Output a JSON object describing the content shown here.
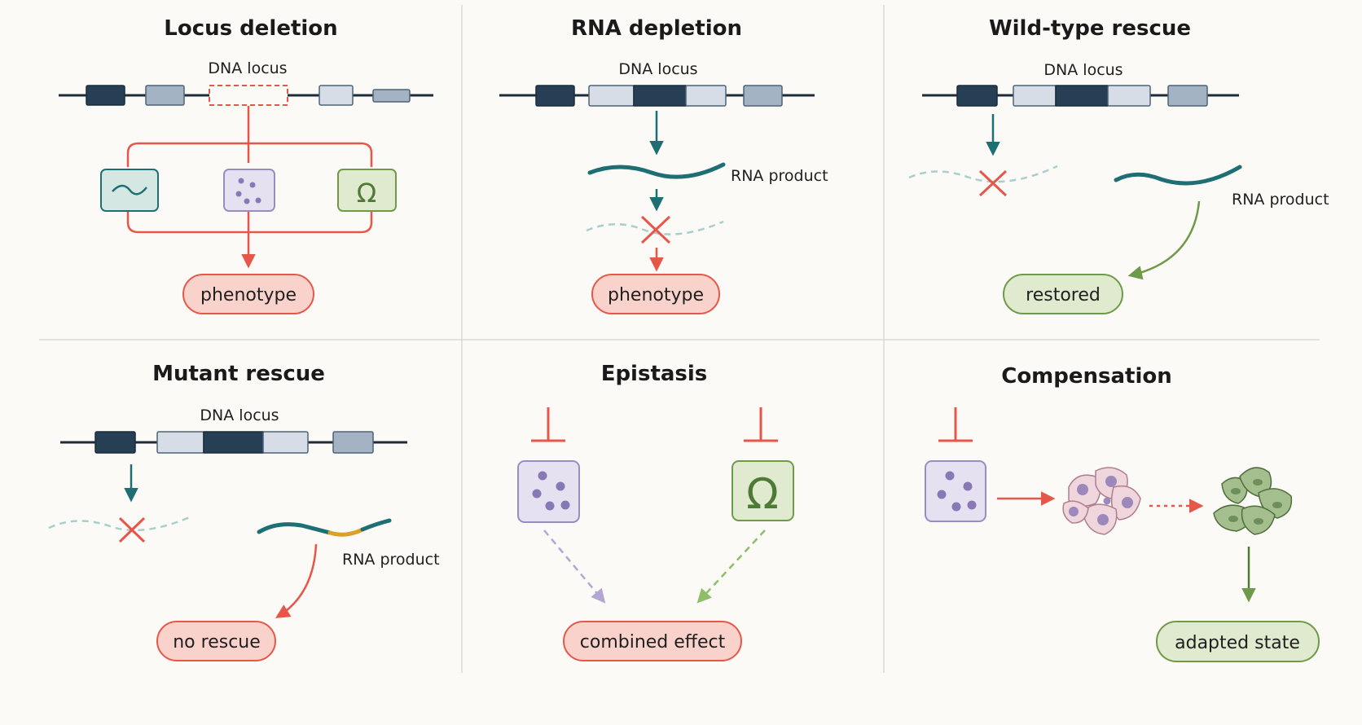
{
  "colors": {
    "background": "#fbfaf6",
    "divider": "#d9d6cf",
    "dna_dark": "#263f55",
    "dna_mid": "#a3b3c4",
    "dna_light": "#d6dde6",
    "deletion_red": "#e6574a",
    "teal_rna": "#1e6f73",
    "rescue_green": "#6e9a4a",
    "protein_purple": "#9b8cc0",
    "mutation_orange": "#d9a02a"
  },
  "panels": [
    {
      "id": "locus-deletion",
      "title": "Locus deletion",
      "dna_label": "DNA locus",
      "icons": [
        "rna-wave-icon",
        "protein-dots-icon",
        "omega-icon"
      ],
      "outcome": "phenotype"
    },
    {
      "id": "rna-depletion",
      "title": "RNA depletion",
      "dna_label": "DNA locus",
      "rna_label": "RNA product",
      "outcome": "phenotype"
    },
    {
      "id": "wild-type-rescue",
      "title": "Wild-type rescue",
      "dna_label": "DNA locus",
      "rna_label": "RNA product",
      "outcome": "restored"
    },
    {
      "id": "mutant-rescue",
      "title": "Mutant rescue",
      "dna_label": "DNA locus",
      "rna_label": "RNA product",
      "outcome": "no rescue"
    },
    {
      "id": "epistasis",
      "title": "Epistasis",
      "icons": [
        "protein-dots-icon",
        "omega-icon"
      ],
      "outcome": "combined effect"
    },
    {
      "id": "compensation",
      "title": "Compensation",
      "icons": [
        "protein-dots-icon",
        "cell-cluster-icon",
        "adapted-cell-cluster-icon"
      ],
      "outcome": "adapted state"
    }
  ]
}
